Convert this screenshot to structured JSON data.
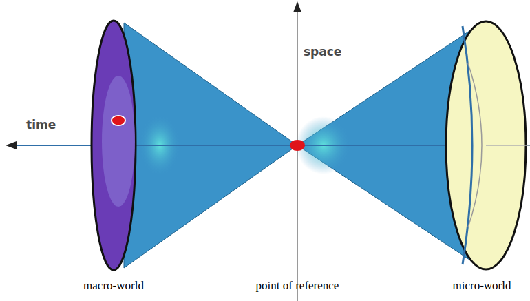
{
  "diagram": {
    "labels": [
      "space",
      "time",
      "macro-world",
      "point of reference",
      "micro-world"
    ]
  }
}
